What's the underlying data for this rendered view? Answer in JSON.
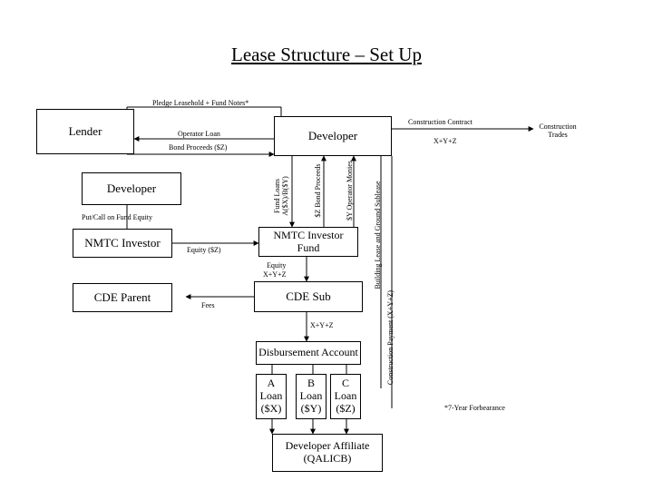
{
  "title": "Lease Structure – Set Up",
  "boxes": {
    "lender": "Lender",
    "developer_top": "Developer",
    "developer_left": "Developer",
    "nmtc_investor": "NMTC Investor",
    "nmtc_fund": "NMTC Investor Fund",
    "cde_parent": "CDE Parent",
    "cde_sub": "CDE Sub",
    "disbursement": "Disbursement Account",
    "loan_a": "A Loan ($X)",
    "loan_b": "B Loan ($Y)",
    "loan_c": "C Loan ($Z)",
    "affiliate": "Developer Affiliate (QALICB)"
  },
  "labels": {
    "pledge": "Pledge Leasehold + Fund Notes*",
    "operator_loan": "Operator Loan",
    "bond_proceeds": "Bond Proceeds ($Z)",
    "construction_contract": "Construction Contract",
    "construction_trades": "Construction Trades",
    "xyz_top": "X+Y+Z",
    "put_call": "Put/Call on Fund Equity",
    "equity_z": "Equity ($Z)",
    "equity_xyz_1": "Equity",
    "equity_xyz_2": "X+Y+Z",
    "fees": "Fees",
    "xyz_mid": "X+Y+Z",
    "fund_loans": "Fund Loans A($X)/B($Y)",
    "bond_proceeds_z": "$Z Bond Proceeds",
    "operator_monies": "$Y Operator Monies",
    "building_lease": "Building Lease and Ground Sublease",
    "construction_payment": "Construction Payment (X+Y+Z)",
    "forbearance": "*7-Year Forbearance"
  }
}
